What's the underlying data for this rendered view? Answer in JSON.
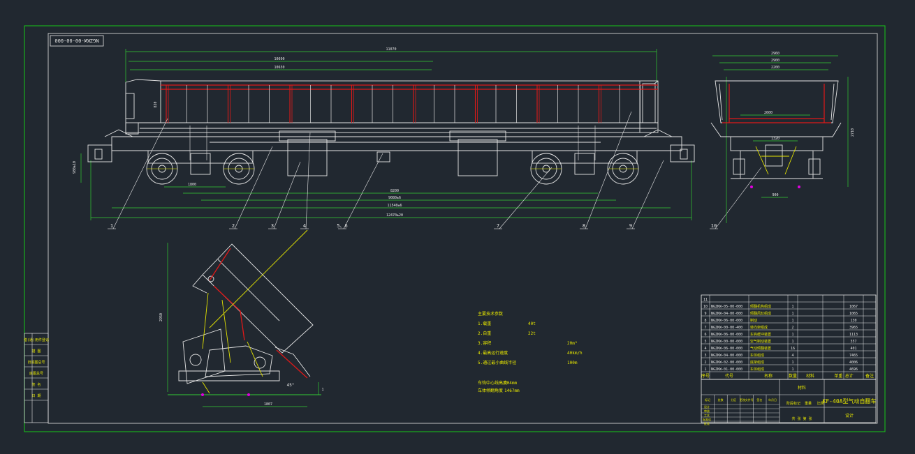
{
  "colors": {
    "background": "#212830",
    "border_green": "#18c818",
    "line_white": "#e6e6e6",
    "dim_green": "#33cc33",
    "red": "#e01818",
    "yellow": "#e6e600",
    "magenta": "#e000e0",
    "cyan": "#00c8e6"
  },
  "drawing_code": "NGZKW-00-00-000",
  "title_text": "KF-40A型气动自翻车",
  "side_view_dims": {
    "overall": "11070",
    "upper_1": "10690",
    "upper_2": "10650",
    "bogie_wheelbase": "1800",
    "bogie_center": "8200",
    "length_a": "9080±6",
    "length_b": "11540±6",
    "length_c": "12470±20",
    "height": "980±10",
    "side_height": "820"
  },
  "end_view_dims": {
    "width_top": "2960",
    "width_2": "2900",
    "width_3": "2200",
    "width_4": "2600",
    "height": "2710",
    "bolster": "1320",
    "gauge": "900"
  },
  "dump_view_dims": {
    "height": "2950",
    "angle": "45°",
    "base": "1807",
    "small": "1"
  },
  "leader_labels": [
    "1",
    "2",
    "3",
    "4",
    "5、6",
    "7",
    "8",
    "9",
    "10"
  ],
  "notes": {
    "header": "主要技术参数",
    "items": [
      {
        "label": "1.载重",
        "value": "40t"
      },
      {
        "label": "2.自重",
        "value": "22t"
      },
      {
        "label": "3.容积",
        "value": "20m³"
      },
      {
        "label": "4.最高运行速度",
        "value": "40km/h"
      },
      {
        "label": "5.通过最小曲线半径",
        "value": "100m"
      }
    ],
    "lower": [
      {
        "label": "车钩中心线高度",
        "value": "904mm"
      },
      {
        "label": "车体倾翻角度",
        "value": "1467mm"
      }
    ]
  },
  "bom": {
    "rows": [
      {
        "no": "11",
        "code": "",
        "name": "",
        "qty": "",
        "mat": "",
        "wt": ""
      },
      {
        "no": "10",
        "code": "NGZKW-05-00-000",
        "name": "倾翻机构组成",
        "qty": "1",
        "mat": "",
        "wt": "1067"
      },
      {
        "no": "9",
        "code": "NGZKW-04-00-000",
        "name": "倾翻风缸组成",
        "qty": "1",
        "mat": "",
        "wt": "1065"
      },
      {
        "no": "8",
        "code": "NGZKW-06-00-000",
        "name": "制动",
        "qty": "1",
        "mat": "",
        "wt": "130"
      },
      {
        "no": "7",
        "code": "NGZKW-00-00-400",
        "name": "转向架组成",
        "qty": "2",
        "mat": "",
        "wt": "3965"
      },
      {
        "no": "6",
        "code": "NGZKW-06-00-000",
        "name": "车钩缓冲装置",
        "qty": "1",
        "mat": "",
        "wt": "1113"
      },
      {
        "no": "5",
        "code": "NGZKW-00-00-000",
        "name": "空气制动装置",
        "qty": "1",
        "mat": "",
        "wt": "357"
      },
      {
        "no": "4",
        "code": "NGZKW-06-00-000",
        "name": "气动倾翻装置",
        "qty": "16",
        "mat": "",
        "wt": "401"
      },
      {
        "no": "3",
        "code": "NGZKW-04-00-000",
        "name": "车体组成",
        "qty": "4",
        "mat": "",
        "wt": "7465"
      },
      {
        "no": "2",
        "code": "NGZKW-02-00-000",
        "name": "底架组成",
        "qty": "1",
        "mat": "",
        "wt": "4006"
      },
      {
        "no": "1",
        "code": "NGZKW-01-00-000",
        "name": "车体组成",
        "qty": "1",
        "mat": "",
        "wt": "4696"
      }
    ],
    "header": {
      "no": "序号",
      "code": "代号",
      "name": "名称",
      "qty": "数量",
      "mat": "材料",
      "wt": "单重 总计",
      "note": "备注"
    }
  },
  "title_block": {
    "material": "材料",
    "scale_label": "比例",
    "weight_label": "重量",
    "rows": [
      "标记",
      "处数",
      "分区",
      "更改文件号",
      "签名",
      "年月日"
    ],
    "roles": [
      "设计",
      "审核",
      "工艺",
      "标准化",
      "批准"
    ],
    "stage": "阶段标记",
    "sheet": "共 张 第 张",
    "company": "设计"
  },
  "left_strip": [
    "借(通)用件登记",
    "描 图",
    "旧底图总号",
    "底图总号",
    "签 名",
    "日 期"
  ]
}
